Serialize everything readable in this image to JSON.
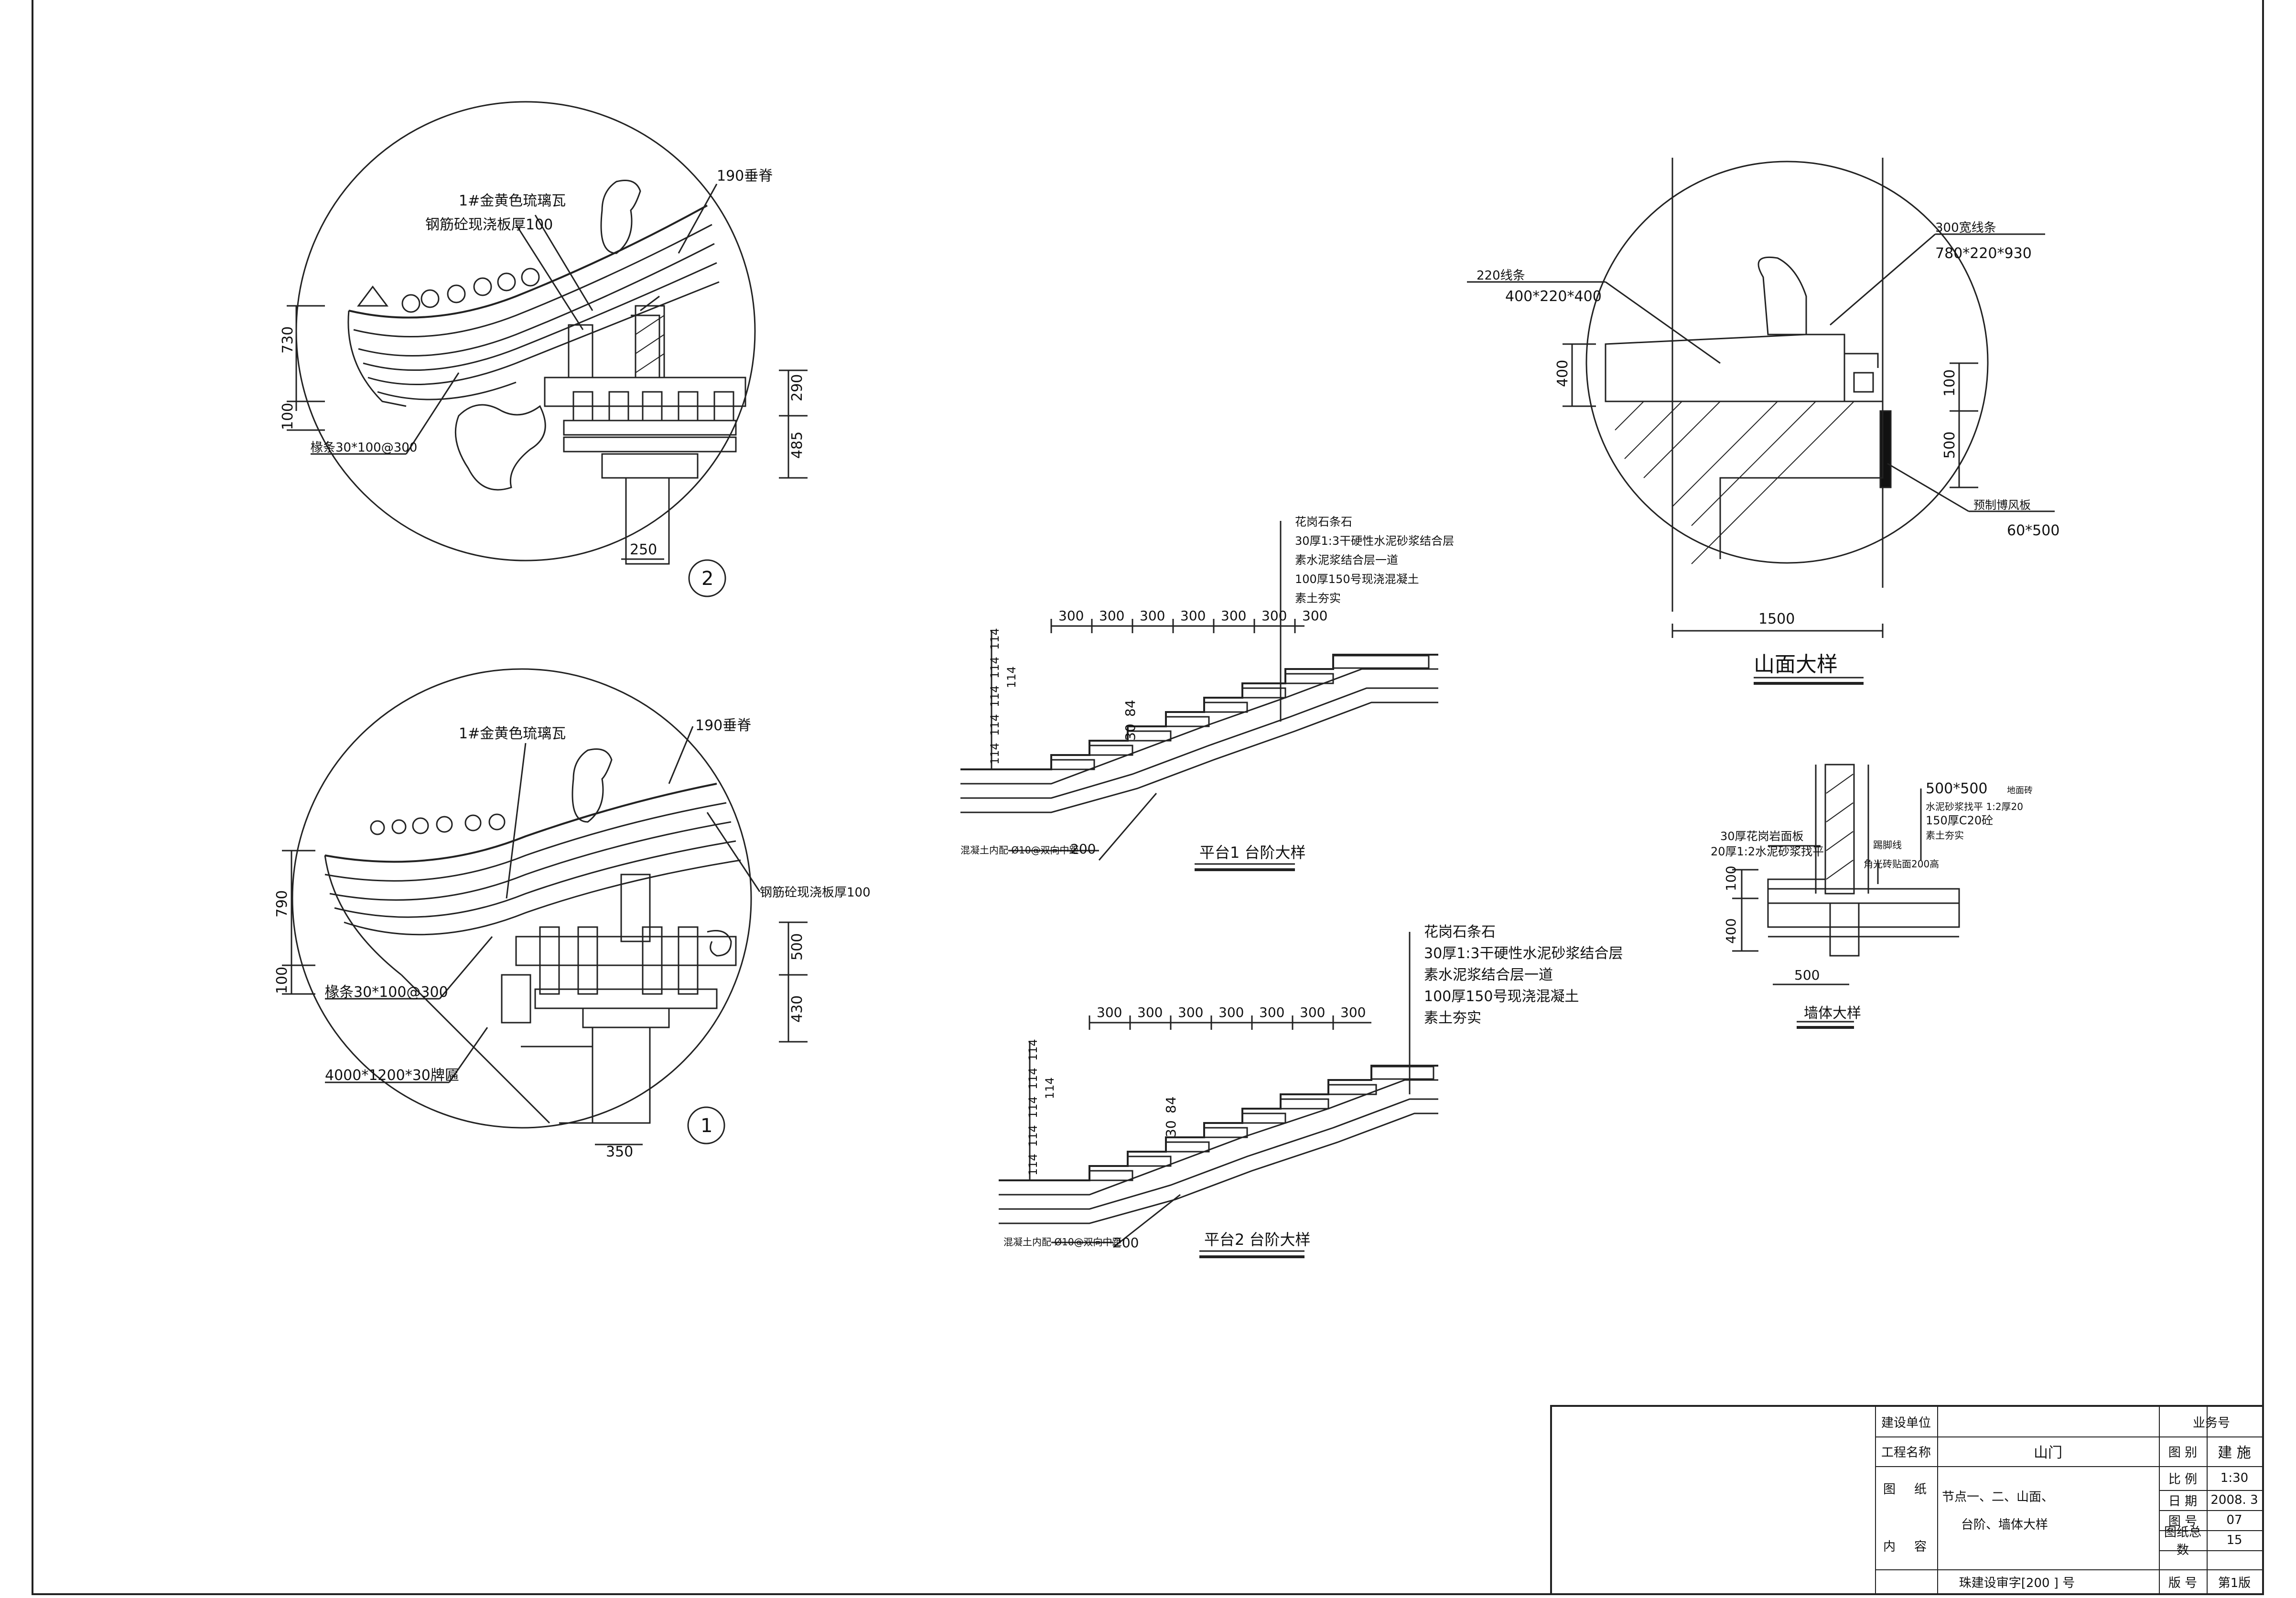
{
  "detail2": {
    "callout_glaze": "1#金黄色琉璃瓦",
    "callout_slab": "钢筋砼现浇板厚100",
    "callout_ridge": "190垂脊",
    "callout_rafter": "椽条30*100@300",
    "dim_730": "730",
    "dim_100": "100",
    "dim_290": "290",
    "dim_485": "485",
    "dim_250": "250",
    "number": "2"
  },
  "detail1": {
    "callout_glaze": "1#金黄色琉璃瓦",
    "callout_ridge": "190垂脊",
    "callout_slab": "钢筋砼现浇板厚100",
    "callout_rafter": "椽条30*100@300",
    "callout_board": "4000*1200*30牌匾",
    "dim_790": "790",
    "dim_100": "100",
    "dim_500": "500",
    "dim_430": "430",
    "dim_350": "350",
    "number": "1"
  },
  "step1": {
    "layers": [
      "花岗石条石",
      "30厚1:3干硬性水泥砂浆结合层",
      "素水泥浆结合层一道",
      "100厚150号现浇混凝土",
      "素土夯实"
    ],
    "tread_dims": [
      "300",
      "300",
      "300",
      "300",
      "300",
      "300",
      "300"
    ],
    "riser_dims": [
      "114",
      "114",
      "114",
      "114",
      "114",
      "114"
    ],
    "dim_84": "84",
    "dim_30": "30",
    "dim_200": "200",
    "note": "混凝土内配  Ø10@双向中距",
    "title": "平台1 台阶大样"
  },
  "step2": {
    "layers": [
      "花岗石条石",
      "30厚1:3干硬性水泥砂浆结合层",
      "素水泥浆结合层一道",
      "100厚150号现浇混凝土",
      "素土夯实"
    ],
    "tread_dims": [
      "300",
      "300",
      "300",
      "300",
      "300",
      "300",
      "300"
    ],
    "riser_dims": [
      "114",
      "114",
      "114",
      "114",
      "114",
      "114"
    ],
    "dim_84": "84",
    "dim_30": "30",
    "dim_200": "200",
    "note": "混凝土内配  Ø10@双向中距",
    "title": "平台2 台阶大样"
  },
  "gable": {
    "callout_220_name": "220线条",
    "callout_220_size": "400*220*400",
    "callout_300_name": "300宽线条",
    "callout_300_size": "780*220*930",
    "callout_board_name": "预制博风板",
    "callout_board_size": "60*500",
    "dim_400": "400",
    "dim_100": "100",
    "dim_500": "500",
    "dim_1500": "1500",
    "title": "山面大样"
  },
  "wall": {
    "callout_size": "500*500",
    "callout_paving": "地面砖",
    "callout_mortar": "水泥砂浆找平  1:2厚20",
    "callout_concrete": "150厚C20砼",
    "callout_soil": "素土夯实",
    "callout_stone": "30厚花岗岩面板",
    "callout_bed": "20厚1:2水泥砂浆找平",
    "callout_skirt": "踢脚线",
    "callout_base": "角光砖贴面200高",
    "dim_100": "100",
    "dim_400": "400",
    "dim_500": "500",
    "title": "墙体大样"
  },
  "title_block": {
    "client_label": "建设单位",
    "client_value": "",
    "job_no_label": "业务号",
    "project_label": "工程名称",
    "project_value": "山门",
    "drawing_type_label": "图  别",
    "drawing_type_value": "建 施",
    "content_label_1": "图",
    "content_label_2": "纸",
    "content_label_3": "内",
    "content_label_4": "容",
    "content_line1": "节点一、二、山面、",
    "content_line2": "台阶、墙体大样",
    "scale_label": "比  例",
    "scale_value": "1:30",
    "date_label": "日  期",
    "date_value": "2008. 3",
    "sheet_label": "图  号",
    "sheet_value": "07",
    "total_label": "图纸总数",
    "total_value": "15",
    "approval": "珠建设审字[200  ]       号",
    "version_label": "版  号",
    "version_value": "第1版"
  }
}
